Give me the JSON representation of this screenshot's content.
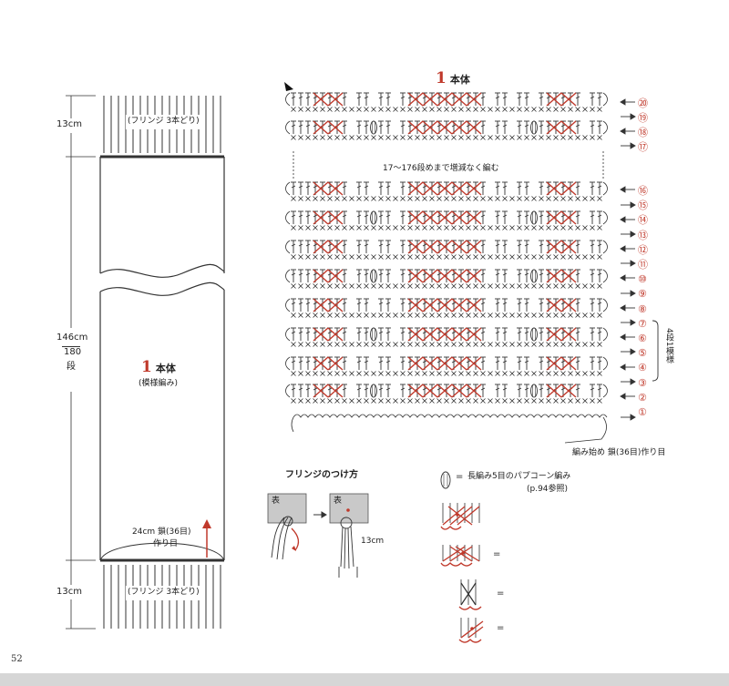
{
  "page_number": "52",
  "colors": {
    "accent": "#c0392b",
    "line": "#333333",
    "arrow": "#c0392b"
  },
  "left_diagram": {
    "top_fringe_length": "13cm",
    "top_fringe_label": "(フリンジ 3本どり)",
    "body_length": "146cm",
    "body_rows_number": "180",
    "body_rows_unit": "段",
    "part_number": "1",
    "part_name": "本体",
    "part_stitch": "(模様編み)",
    "foundation_line1": "24cm 鎖(36目)",
    "foundation_line2": "作り目",
    "bottom_fringe_length": "13cm",
    "bottom_fringe_label": "(フリンジ 3本どり)"
  },
  "chart": {
    "title_number": "1",
    "title_name": "本体",
    "repeat_note": "17～176段めまで増減なく編む",
    "start_note": "編み始め 鎖(36目)作り目",
    "row_labels_top": [
      "⑳",
      "⑲",
      "⑱",
      "⑰"
    ],
    "row_labels_main": [
      "⑯",
      "⑮",
      "⑭",
      "⑬",
      "⑫",
      "⑪",
      "⑩",
      "⑨",
      "⑧",
      "⑦",
      "⑥",
      "⑤",
      "④",
      "③",
      "②",
      "①"
    ],
    "repeat_bracket_label": "4段1模様"
  },
  "fringe_howto": {
    "title": "フリンジのつけ方",
    "front_label_1": "表",
    "front_label_2": "表",
    "length": "13cm"
  },
  "legend": {
    "popcorn_text": "長編み5目のパプコーン編み",
    "popcorn_ref": "(p.94参照)",
    "cross_equals": [
      "=",
      "=",
      "="
    ]
  }
}
